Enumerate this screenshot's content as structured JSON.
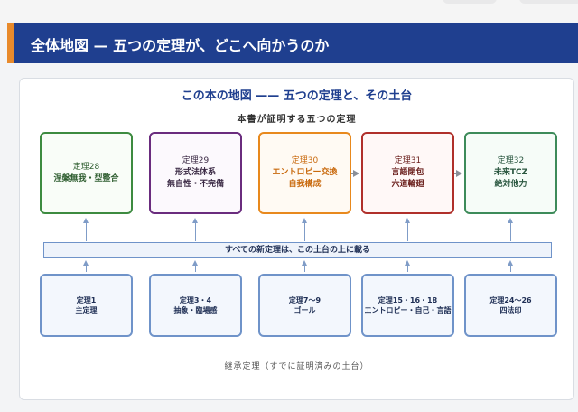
{
  "header": {
    "title": "全体地図 — 五つの定理が、どこへ向かうのか"
  },
  "diagram": {
    "title": "この本の地図 —— 五つの定理と、その土台",
    "subtitle": "本書が証明する五つの定理",
    "theorems": [
      {
        "number": "定理28",
        "lines": [
          "涅槃無我・型整合"
        ]
      },
      {
        "number": "定理29",
        "lines": [
          "形式法体系",
          "無自性・不完備"
        ]
      },
      {
        "number": "定理30",
        "lines": [
          "エントロピー交換",
          "自我構成"
        ]
      },
      {
        "number": "定理31",
        "lines": [
          "言語閉包",
          "六道輪廻"
        ]
      },
      {
        "number": "定理32",
        "lines": [
          "未来TCZ",
          "絶対他力"
        ]
      }
    ],
    "foundation_text": "すべての新定理は、この土台の上に載る",
    "bases": [
      {
        "number": "定理1",
        "label": "主定理"
      },
      {
        "number": "定理3・4",
        "label": "抽象・臨場感"
      },
      {
        "number": "定理7〜9",
        "label": "ゴール"
      },
      {
        "number": "定理15・16・18",
        "label": "エントロピー・自己・言語"
      },
      {
        "number": "定理24〜26",
        "label": "四法印"
      }
    ],
    "footer": "継承定理（すでに証明済みの土台）"
  },
  "colors": {
    "header_bg": "#1f3f8f",
    "header_accent": "#e88a2c",
    "title_blue": "#1f3f8f",
    "theorem_borders": [
      "#3d8b40",
      "#6a2c7e",
      "#e8891d",
      "#b0302b",
      "#3d8b5a"
    ],
    "base_border": "#6f93c9"
  }
}
